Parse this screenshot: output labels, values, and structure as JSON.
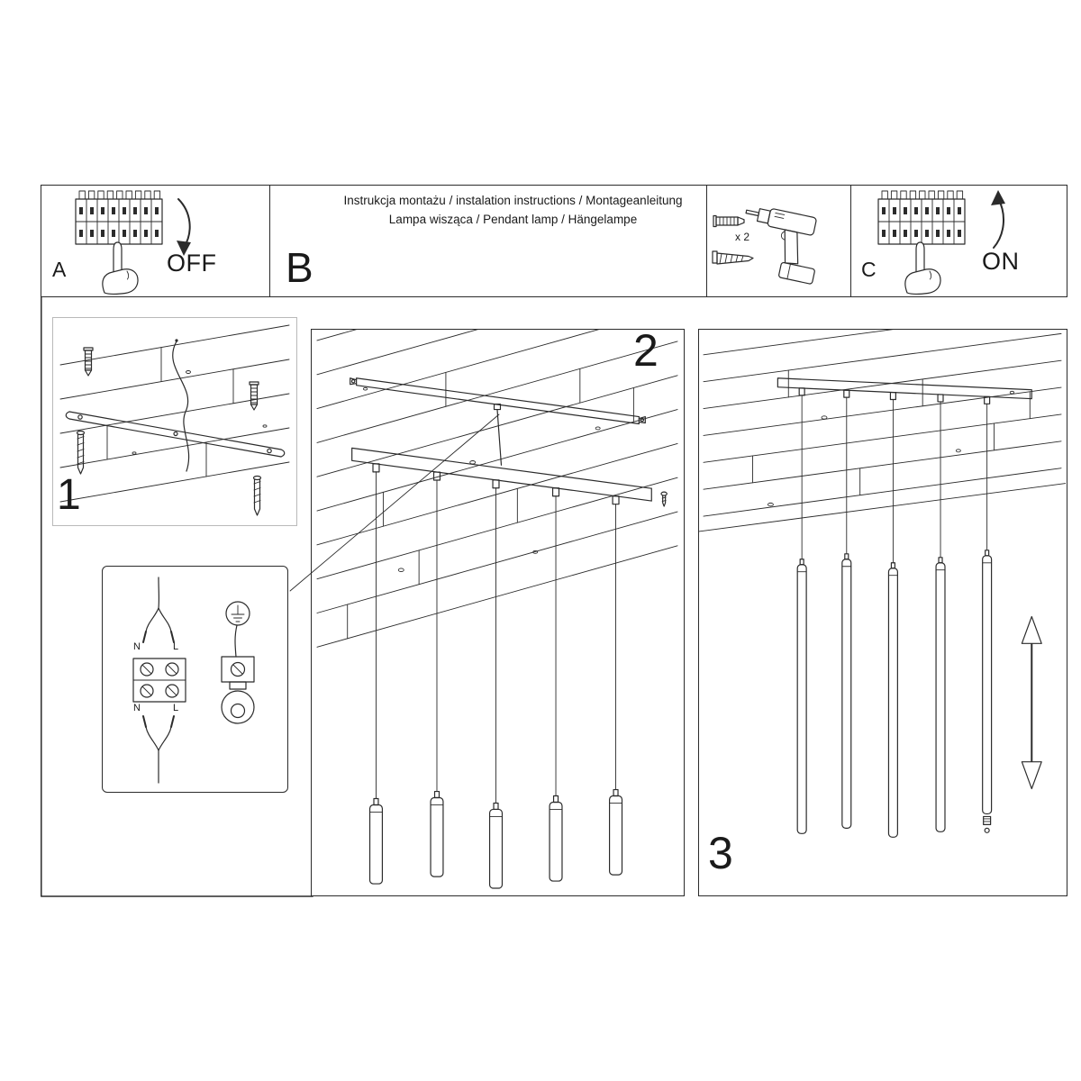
{
  "header": {
    "instructions_line1": "Instrukcja montażu / instalation instructions / Montageanleitung",
    "instructions_line2": "Lampa wisząca / Pendant lamp / Hängelampe",
    "section_label": "B"
  },
  "power_off_box": {
    "label": "A",
    "state_text": "OFF"
  },
  "power_on_box": {
    "label": "C",
    "state_text": "ON"
  },
  "tools_box": {
    "anchor_count_text": "x 2"
  },
  "steps": [
    {
      "number": "1"
    },
    {
      "number": "2"
    },
    {
      "number": "3"
    }
  ],
  "wiring_detail": {
    "top_left_terminal": "N",
    "top_right_terminal": "L",
    "bottom_left_terminal": "N",
    "bottom_right_terminal": "L"
  },
  "colors": {
    "ink": "#2b2b2b",
    "background": "#ffffff"
  }
}
